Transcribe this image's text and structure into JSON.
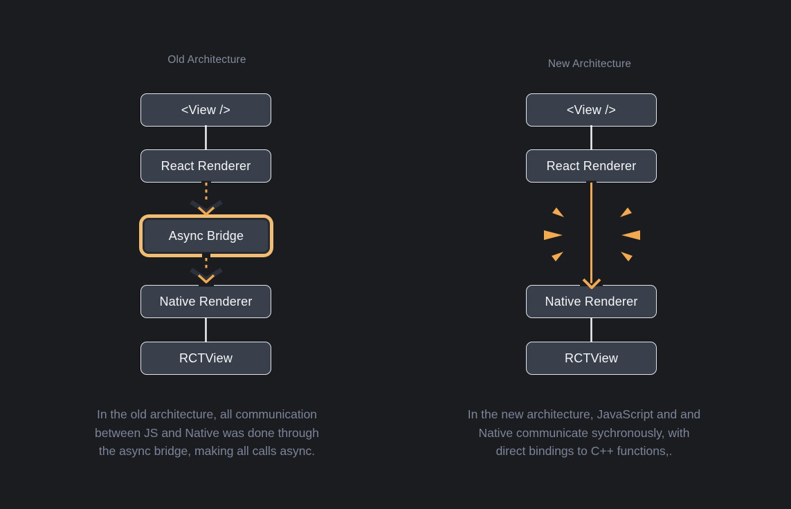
{
  "colors": {
    "bg": "#1b1c1f",
    "box-fill": "#3a404b",
    "box-border": "#e3e6ea",
    "box-label": "#f4f6f8",
    "muted": "#838c9d",
    "caption": "#7b8498",
    "accent": "#f3a94f",
    "highlight": "#f1bd72",
    "chevron-dark": "#2c313b",
    "inner-border": "#262b33",
    "line": "#f2f3f5"
  },
  "old": {
    "title": "Old Architecture",
    "nodes": {
      "view": "<View />",
      "react_renderer": "React Renderer",
      "async_bridge": "Async Bridge",
      "native_renderer": "Native Renderer",
      "rctview": "RCTView"
    },
    "caption_lines": [
      "In the old architecture, all communication",
      "between JS and Native was done through",
      "the async bridge, making all calls async."
    ]
  },
  "new": {
    "title": "New Architecture",
    "nodes": {
      "view": "<View />",
      "react_renderer": "React Renderer",
      "native_renderer": "Native Renderer",
      "rctview": "RCTView"
    },
    "caption_lines": [
      "In the new architecture, JavaScript and and",
      "Native communicate sychronously, with",
      "direct bindings to C++ functions,."
    ]
  }
}
